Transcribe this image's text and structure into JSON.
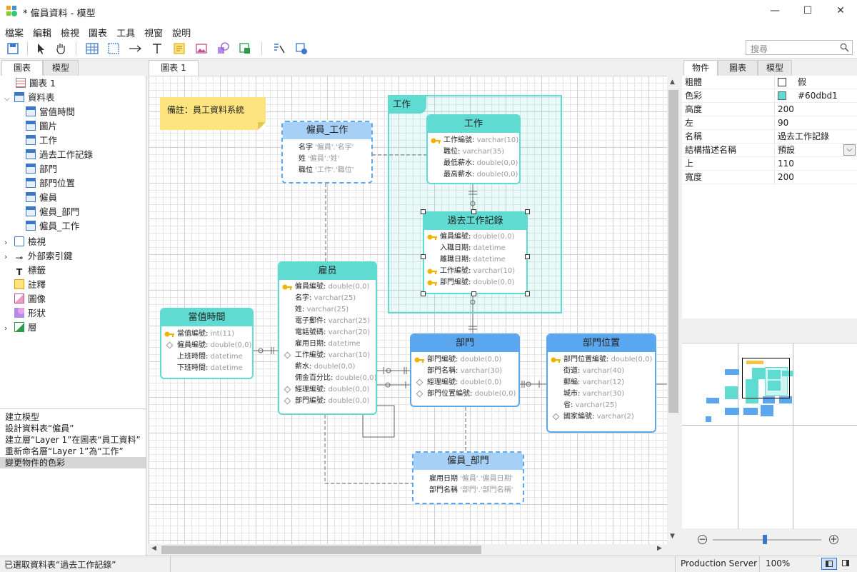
{
  "window": {
    "title": "* 僱員資料 - 模型"
  },
  "menu": [
    "檔案",
    "編輯",
    "檢視",
    "圖表",
    "工具",
    "視窗",
    "說明"
  ],
  "search": {
    "placeholder": "搜尋"
  },
  "left_tabs": [
    "圖表",
    "模型"
  ],
  "tree": {
    "diagram1": "圖表 1",
    "tables_label": "資料表",
    "tables": [
      "當值時間",
      "圖片",
      "工作",
      "過去工作記錄",
      "部門",
      "部門位置",
      "僱員",
      "僱員_部門",
      "僱員_工作"
    ],
    "views": "檢視",
    "fk": "外部索引鍵",
    "labels": "標籤",
    "notes": "註釋",
    "images": "圖像",
    "shapes": "形狀",
    "layers": "層"
  },
  "history": [
    "建立模型",
    "設計資料表“僱員”",
    "建立層“Layer 1”在圖表“員工資料”",
    "重新命名層“Layer 1”為“工作”",
    "變更物件的色彩"
  ],
  "canvas_tab": "圖表 1",
  "note_text": "備註：員工資料系統",
  "layer_title": "工作",
  "entities": {
    "emp_job": {
      "title": "僱員_工作",
      "fields": [
        {
          "n": "名字",
          "t": "'僱員'.'名字'"
        },
        {
          "n": "姓",
          "t": "'僱員'.'姓'"
        },
        {
          "n": "職位",
          "t": "'工作'.'職位'"
        }
      ]
    },
    "job": {
      "title": "工作",
      "fields": [
        {
          "n": "工作編號:",
          "t": "varchar(10)",
          "k": "key"
        },
        {
          "n": "職位:",
          "t": "varchar(35)"
        },
        {
          "n": "最低薪水:",
          "t": "double(0,0)"
        },
        {
          "n": "最高薪水:",
          "t": "double(0,0)"
        }
      ]
    },
    "hist": {
      "title": "過去工作記錄",
      "fields": [
        {
          "n": "僱員編號:",
          "t": "double(0,0)",
          "k": "key"
        },
        {
          "n": "入職日期:",
          "t": "datetime"
        },
        {
          "n": "離職日期:",
          "t": "datetime"
        },
        {
          "n": "工作編號:",
          "t": "varchar(10)",
          "k": "key"
        },
        {
          "n": "部門編號:",
          "t": "double(0,0)",
          "k": "key"
        }
      ]
    },
    "emp": {
      "title": "雇员",
      "fields": [
        {
          "n": "僱員編號:",
          "t": "double(0,0)",
          "k": "key"
        },
        {
          "n": "名字:",
          "t": "varchar(25)"
        },
        {
          "n": "姓:",
          "t": "varchar(25)"
        },
        {
          "n": "電子郵件:",
          "t": "varchar(25)"
        },
        {
          "n": "電話號碼:",
          "t": "varchar(20)"
        },
        {
          "n": "雇用日期:",
          "t": "datetime"
        },
        {
          "n": "工作編號:",
          "t": "varchar(10)",
          "k": "dia"
        },
        {
          "n": "薪水:",
          "t": "double(0,0)"
        },
        {
          "n": "佣金百分比:",
          "t": "double(0,0)"
        },
        {
          "n": "經理編號:",
          "t": "double(0,0)",
          "k": "dia"
        },
        {
          "n": "部門編號:",
          "t": "double(0,0)",
          "k": "dia"
        }
      ]
    },
    "duty": {
      "title": "當值時間",
      "fields": [
        {
          "n": "當值編號:",
          "t": "int(11)",
          "k": "key"
        },
        {
          "n": "僱員編號:",
          "t": "double(0,0)",
          "k": "dia"
        },
        {
          "n": "上班時間:",
          "t": "datetime"
        },
        {
          "n": "下班時間:",
          "t": "datetime"
        }
      ]
    },
    "dept": {
      "title": "部門",
      "fields": [
        {
          "n": "部門編號:",
          "t": "double(0,0)",
          "k": "key"
        },
        {
          "n": "部門名稱:",
          "t": "varchar(30)"
        },
        {
          "n": "經理編號:",
          "t": "double(0,0)",
          "k": "dia"
        },
        {
          "n": "部門位置編號:",
          "t": "double(0,0)",
          "k": "dia"
        }
      ]
    },
    "loc": {
      "title": "部門位置",
      "fields": [
        {
          "n": "部門位置編號:",
          "t": "double(0,0)",
          "k": "key"
        },
        {
          "n": "街道:",
          "t": "varchar(40)"
        },
        {
          "n": "郵編:",
          "t": "varchar(12)"
        },
        {
          "n": "城市:",
          "t": "varchar(30)"
        },
        {
          "n": "省:",
          "t": "varchar(25)"
        },
        {
          "n": "國家編號:",
          "t": "varchar(2)",
          "k": "dia"
        }
      ]
    },
    "emp_dept": {
      "title": "僱員_部門",
      "fields": [
        {
          "n": "雇用日期",
          "t": "'僱員'.'僱員日期'"
        },
        {
          "n": "部門名稱",
          "t": "'部門'.'部門名稱'"
        }
      ]
    }
  },
  "right_tabs": [
    "物件",
    "圖表",
    "模型"
  ],
  "properties": [
    {
      "k": "粗體",
      "v": "假"
    },
    {
      "k": "色彩",
      "v": "#60dbd1"
    },
    {
      "k": "高度",
      "v": "200"
    },
    {
      "k": "左",
      "v": "90"
    },
    {
      "k": "名稱",
      "v": "過去工作記錄"
    },
    {
      "k": "結構描述名稱",
      "v": "預設"
    },
    {
      "k": "上",
      "v": "110"
    },
    {
      "k": "寬度",
      "v": "200"
    }
  ],
  "status": {
    "selection": "已選取資料表“過去工作記錄”",
    "server": "Production Server",
    "zoom": "100%"
  },
  "colors": {
    "teal": "#60dbd1",
    "blue": "#5aa7f0",
    "note": "#fde47e"
  }
}
